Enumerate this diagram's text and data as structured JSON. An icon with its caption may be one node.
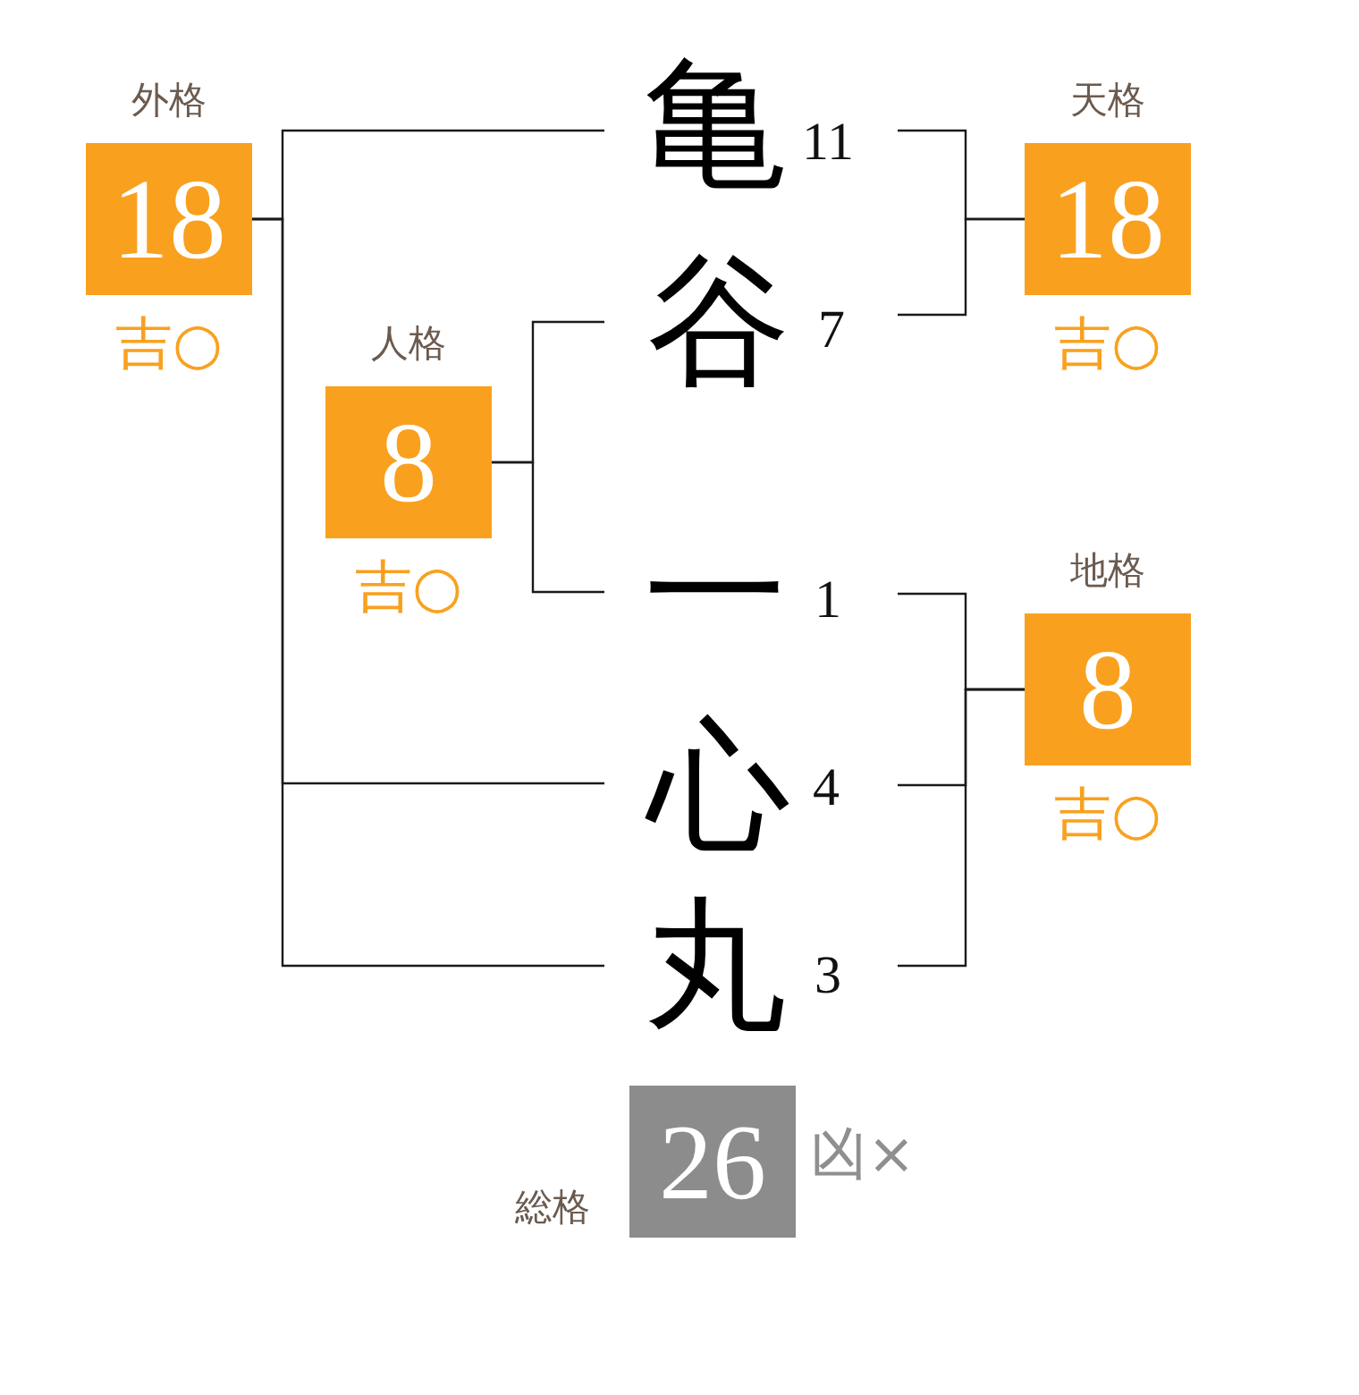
{
  "diagram": {
    "nodes": [
      {
        "text": [
          "外格",
          "18"
        ],
        "beside": [
          "吉○"
        ]
      },
      {
        "text": [
          "亀"
        ],
        "beside": [
          "11"
        ]
      },
      {
        "text": [
          "天格",
          "18"
        ],
        "beside": [
          "吉○"
        ]
      },
      {
        "text": [
          "谷"
        ],
        "beside": [
          "7"
        ]
      },
      {
        "text": [
          "人格",
          "8"
        ],
        "beside": [
          "吉○"
        ]
      },
      {
        "text": [
          "一"
        ],
        "beside": [
          "1"
        ]
      },
      {
        "text": [
          "地格",
          "8"
        ],
        "beside": [
          "吉○"
        ]
      },
      {
        "text": [
          "心"
        ],
        "beside": [
          "4"
        ]
      },
      {
        "text": [
          "丸"
        ],
        "beside": [
          "3"
        ]
      },
      {
        "text": [
          "総格",
          "26"
        ],
        "beside": [
          "凶×"
        ]
      }
    ],
    "edges": [
      {
        "from": 1,
        "to": 2,
        "arrow": "none"
      },
      {
        "from": 3,
        "to": 2,
        "arrow": "none"
      },
      {
        "from": 3,
        "to": 4,
        "arrow": "none"
      },
      {
        "from": 5,
        "to": 4,
        "arrow": "none"
      },
      {
        "from": 5,
        "to": 6,
        "arrow": "none"
      },
      {
        "from": 7,
        "to": 6,
        "arrow": "none"
      },
      {
        "from": 8,
        "to": 6,
        "arrow": "none"
      },
      {
        "from": 1,
        "to": 0,
        "arrow": "none"
      },
      {
        "from": 7,
        "to": 0,
        "arrow": "none"
      },
      {
        "from": 8,
        "to": 0,
        "arrow": "none"
      }
    ]
  }
}
